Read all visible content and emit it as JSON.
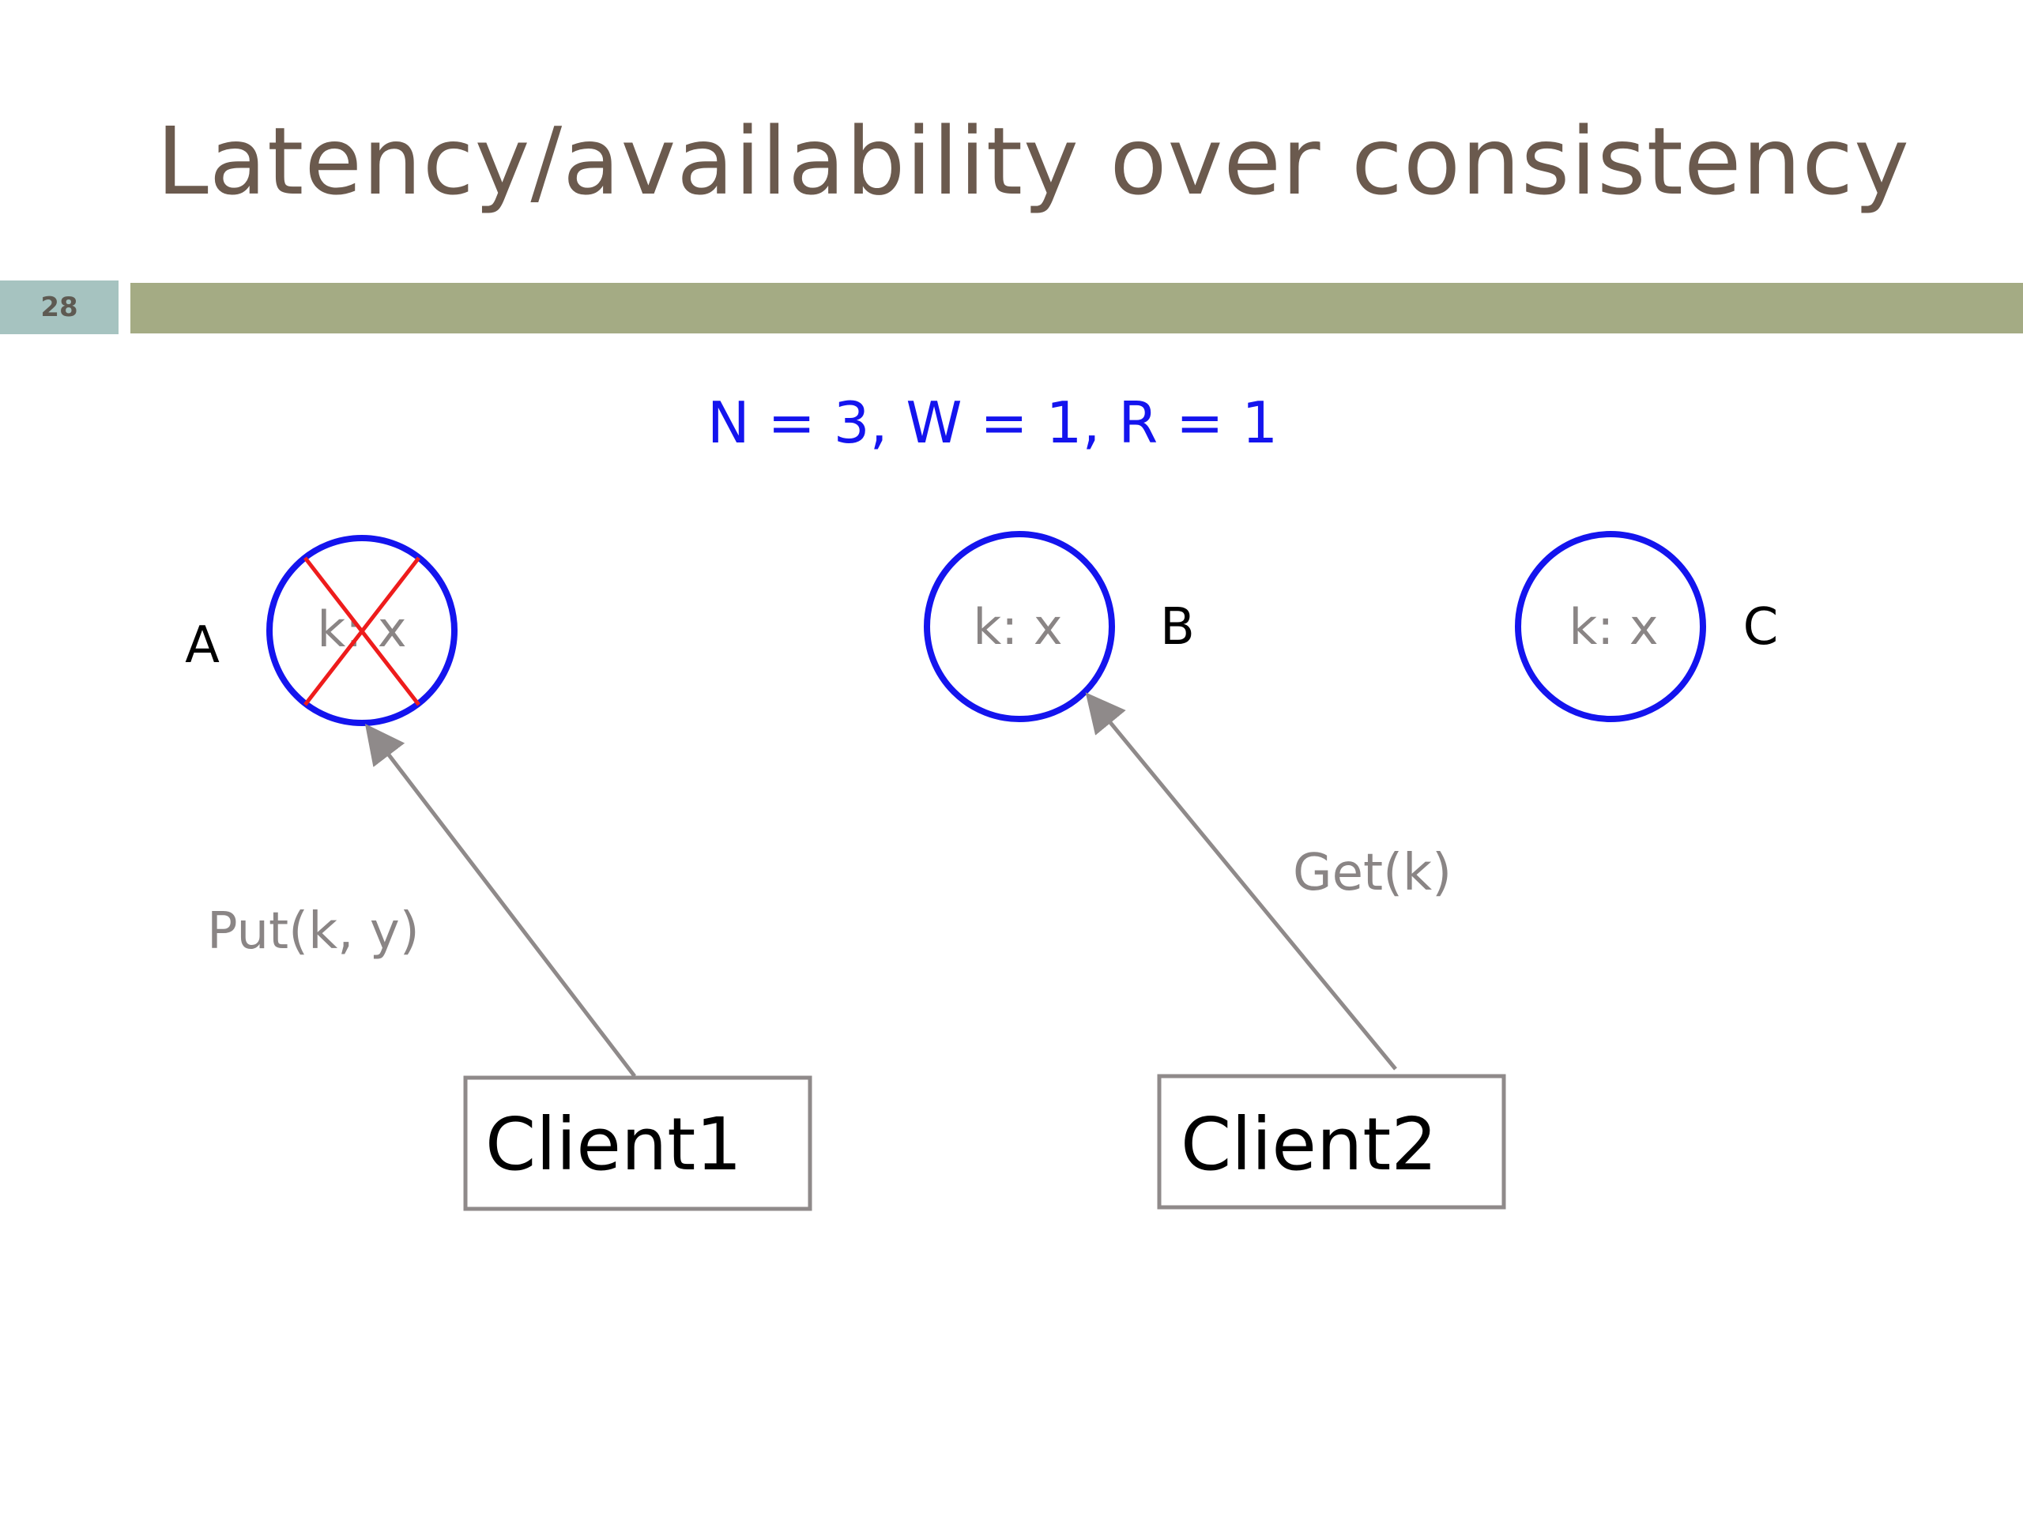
{
  "slide": {
    "title": "Latency/availability over consistency",
    "number": "28"
  },
  "diagram": {
    "params": "N = 3, W = 1, R = 1",
    "nodes": [
      {
        "id": "A",
        "label": "A",
        "content": "k: x",
        "failed": true
      },
      {
        "id": "B",
        "label": "B",
        "content": "k: x",
        "failed": false
      },
      {
        "id": "C",
        "label": "C",
        "content": "k: x",
        "failed": false
      }
    ],
    "clients": [
      {
        "id": "client1",
        "label": "Client1"
      },
      {
        "id": "client2",
        "label": "Client2"
      }
    ],
    "edges": [
      {
        "from": "client1",
        "to": "A",
        "label": "Put(k, y)"
      },
      {
        "from": "client2",
        "to": "B",
        "label": "Get(k)"
      }
    ],
    "colors": {
      "node_stroke": "#1414ee",
      "fail_mark": "#ee1c1c",
      "params_text": "#1414ee",
      "gray_text": "#8a8585",
      "box_stroke": "#8f8a8a",
      "arrow": "#8f8a8a"
    }
  }
}
